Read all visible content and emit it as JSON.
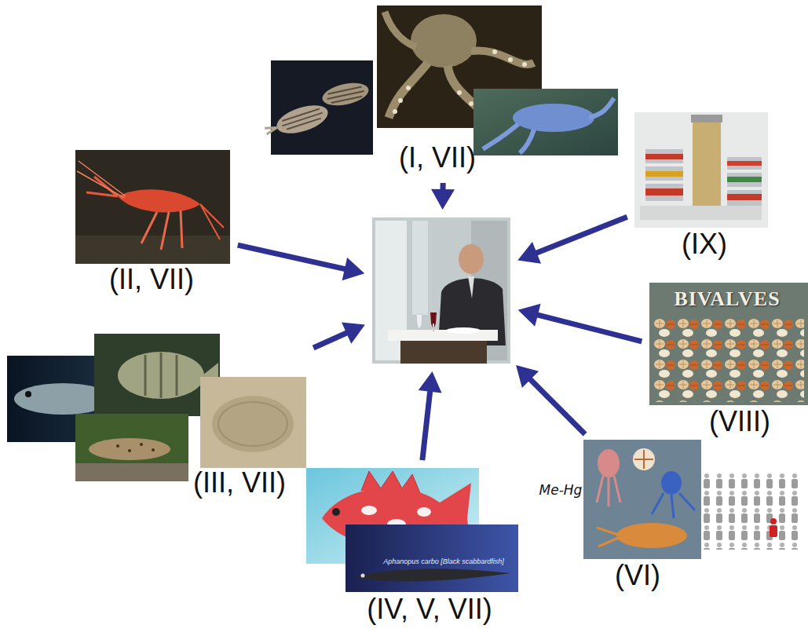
{
  "diagram": {
    "nodes": [
      {
        "text": [
          "(I, VII)"
        ]
      },
      {
        "text": [
          "(II, VII)"
        ]
      },
      {
        "text": []
      },
      {
        "text": [
          "(IX)"
        ]
      },
      {
        "text": [
          "BIVALVES",
          "(VIII)"
        ]
      },
      {
        "text": [
          "(III, VII)"
        ]
      },
      {
        "text": [
          "Me-Hg",
          "(VI)"
        ]
      },
      {
        "text": [
          "Aphanopus carbo [Black scabbardfish]",
          "(IV, V, VII)"
        ]
      }
    ],
    "edges": [
      {
        "from": 0,
        "to": 2,
        "arrow": "to"
      },
      {
        "from": 1,
        "to": 2,
        "arrow": "to"
      },
      {
        "from": 3,
        "to": 2,
        "arrow": "to"
      },
      {
        "from": 4,
        "to": 2,
        "arrow": "to"
      },
      {
        "from": 5,
        "to": 2,
        "arrow": "to"
      },
      {
        "from": 6,
        "to": 2,
        "arrow": "to"
      },
      {
        "from": 7,
        "to": 2,
        "arrow": "to"
      }
    ]
  }
}
